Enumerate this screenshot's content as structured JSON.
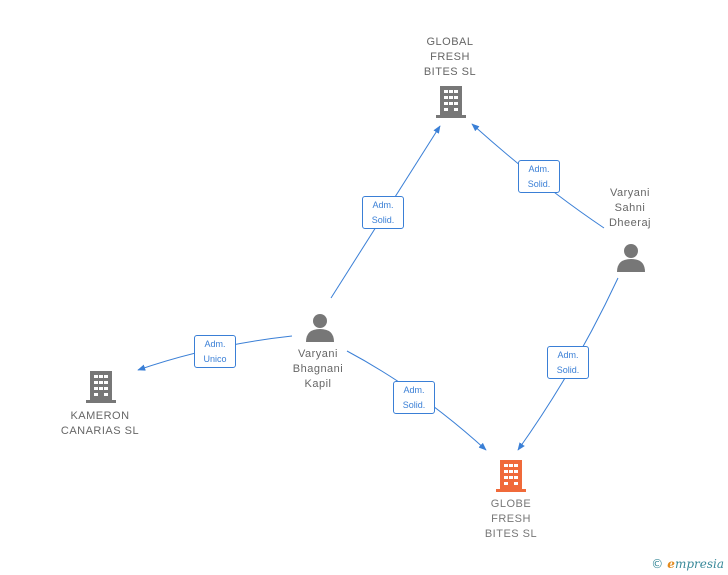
{
  "colors": {
    "edge": "#3a7fd6",
    "company": "#777777",
    "company_main": "#f06a3a",
    "person": "#777777"
  },
  "nodes": {
    "global_fresh": {
      "label": "GLOBAL\nFRESH\nBITES  SL",
      "type": "company"
    },
    "globe_fresh": {
      "label": "GLOBE\nFRESH\nBITES  SL",
      "type": "company-main"
    },
    "kameron": {
      "label": "KAMERON\nCANARIAS  SL",
      "type": "company"
    },
    "varyani_bhagnani": {
      "label": "Varyani\nBhagnani\nKapil",
      "type": "person"
    },
    "varyani_sahni": {
      "label": "Varyani\nSahni\nDheeraj",
      "type": "person"
    }
  },
  "edges": {
    "bhagnani_to_global": {
      "label": "Adm.\nSolid."
    },
    "sahni_to_global": {
      "label": "Adm.\nSolid."
    },
    "bhagnani_to_kameron": {
      "label": "Adm.\nUnico"
    },
    "bhagnani_to_globe": {
      "label": "Adm.\nSolid."
    },
    "sahni_to_globe": {
      "label": "Adm.\nSolid."
    }
  },
  "footer": {
    "copyright_symbol": "©",
    "brand_initial": "e",
    "brand_rest": "mpresia"
  }
}
